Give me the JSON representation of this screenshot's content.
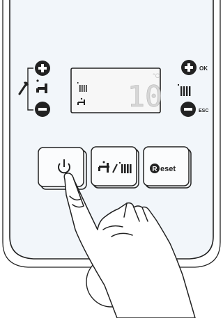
{
  "lcd": {
    "unit": "°C",
    "temperature": "10"
  },
  "right_controls": {
    "plus_label": "OK",
    "minus_label": "ESC"
  },
  "buttons": {
    "reset_label": "eset",
    "reset_prefix": "R"
  },
  "icons": {
    "left_plus": "plus-circle-icon",
    "left_minus": "minus-circle-icon",
    "wrench": "wrench-icon",
    "tap": "tap-icon",
    "radiator": "radiator-icon",
    "power": "power-icon",
    "hand": "pointing-hand-icon"
  },
  "colors": {
    "panel_bg": "#f2f6fa",
    "stroke": "#222222",
    "lcd_bg": "#f7f7f7",
    "button_bg": "#f4f6f8"
  }
}
